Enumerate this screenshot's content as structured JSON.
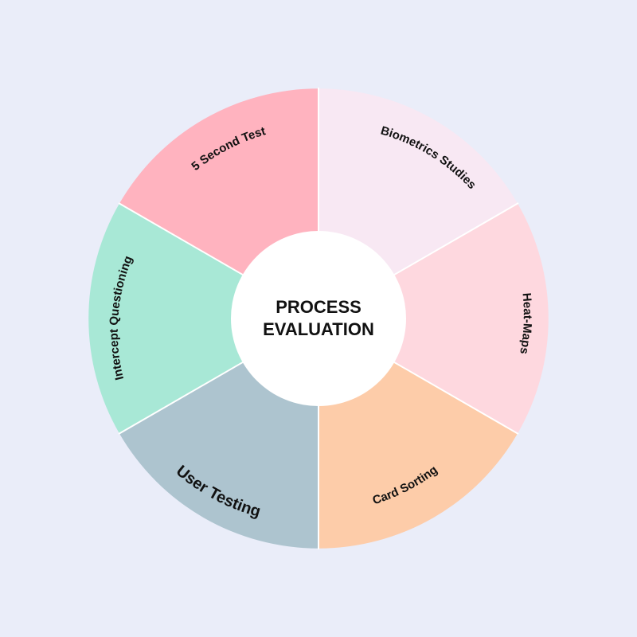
{
  "background": "#eaedf9",
  "center": {
    "lines": [
      "PROCESS",
      "EVALUATION"
    ],
    "fill": "#ffffff"
  },
  "segments": [
    {
      "name": "segment-5-second-test",
      "label": "5 Second Test",
      "color": "#ffb3bf"
    },
    {
      "name": "segment-biometrics-studies",
      "label": "Biometrics Studies",
      "color": "#f8e8f3"
    },
    {
      "name": "segment-heat-maps",
      "label": "Heat-Maps",
      "color": "#fed8df"
    },
    {
      "name": "segment-card-sorting",
      "label": "Card Sorting",
      "color": "#fdcca9"
    },
    {
      "name": "segment-user-testing",
      "label": "User Testing",
      "color": "#adc4cf"
    },
    {
      "name": "segment-intercept-questioning",
      "label": "Intercept Questioning",
      "color": "#a8e8d6"
    }
  ]
}
